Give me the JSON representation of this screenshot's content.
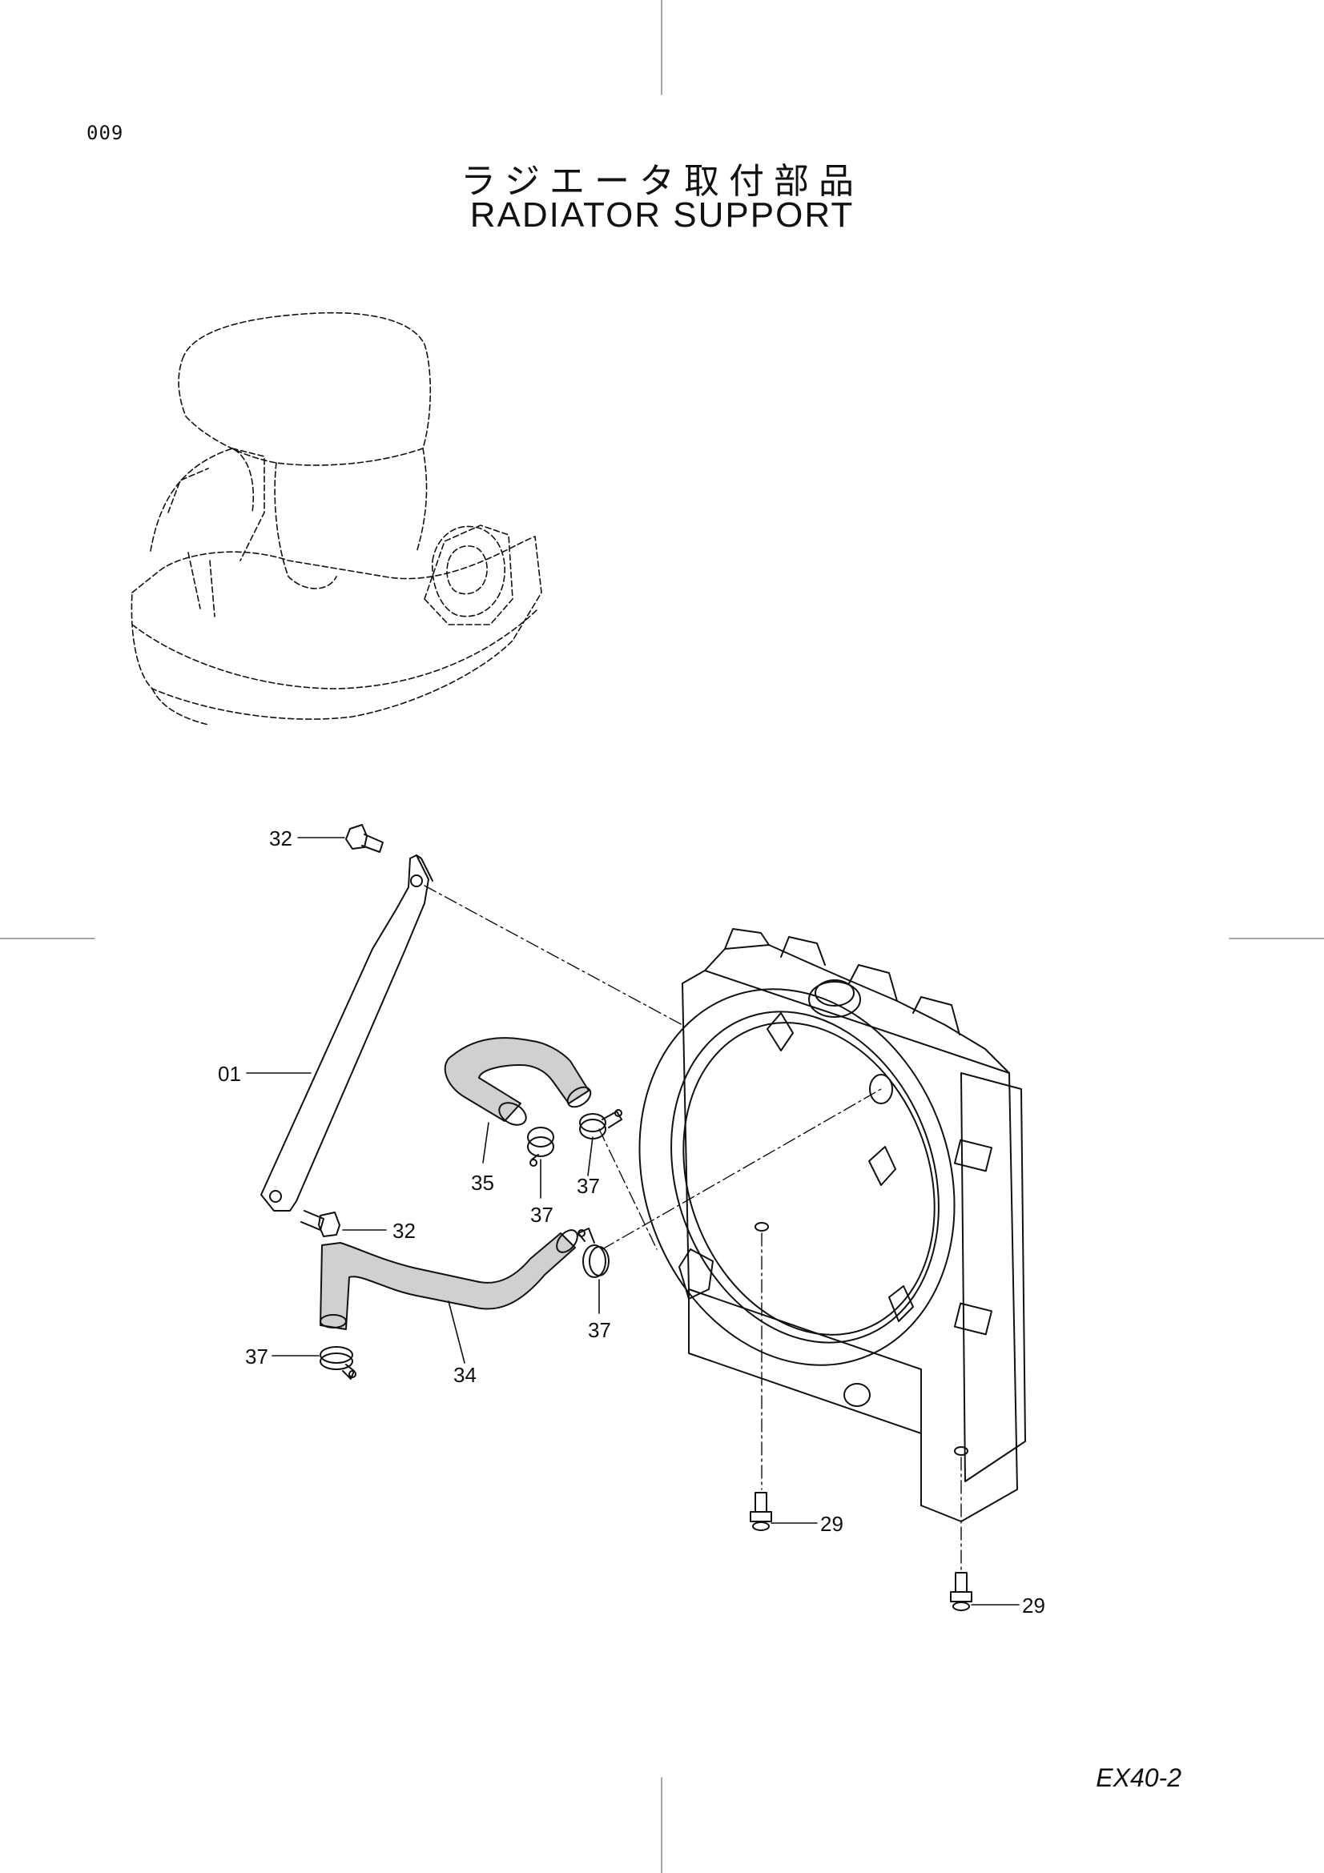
{
  "page_number": "009",
  "title_jp": "ラジエータ取付部品",
  "title_en": "RADIATOR SUPPORT",
  "model_code": "EX40-2",
  "callouts": {
    "c32_top": "32",
    "c01": "01",
    "c35": "35",
    "c37_a": "37",
    "c37_b": "37",
    "c32_mid": "32",
    "c37_c": "37",
    "c37_d": "37",
    "c34": "34",
    "c29_a": "29",
    "c29_b": "29"
  }
}
